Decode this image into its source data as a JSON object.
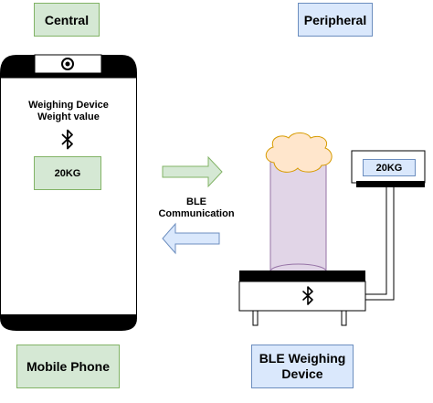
{
  "labels": {
    "central": "Central",
    "peripheral": "Peripheral",
    "mobile_phone": "Mobile Phone",
    "ble_device_line1": "BLE Weighing",
    "ble_device_line2": "Device",
    "phone_line1": "Weighing Device",
    "phone_line2": "Weight value",
    "phone_value": "20KG",
    "scale_display_value": "20KG",
    "comm_line1": "BLE",
    "comm_line2": "Communication"
  },
  "icons": {
    "phone_bluetooth": "bluetooth-icon",
    "scale_bluetooth": "bluetooth-icon",
    "camera": "camera-icon"
  },
  "colors": {
    "green_fill": "#d5e8d4",
    "green_stroke": "#82b366",
    "blue_fill": "#dae8fc",
    "blue_stroke": "#6c8ebf",
    "load_fill": "#e1d5e7",
    "load_stroke": "#9673a6",
    "cloud_fill": "#ffe6cc",
    "cloud_stroke": "#d79b00"
  }
}
